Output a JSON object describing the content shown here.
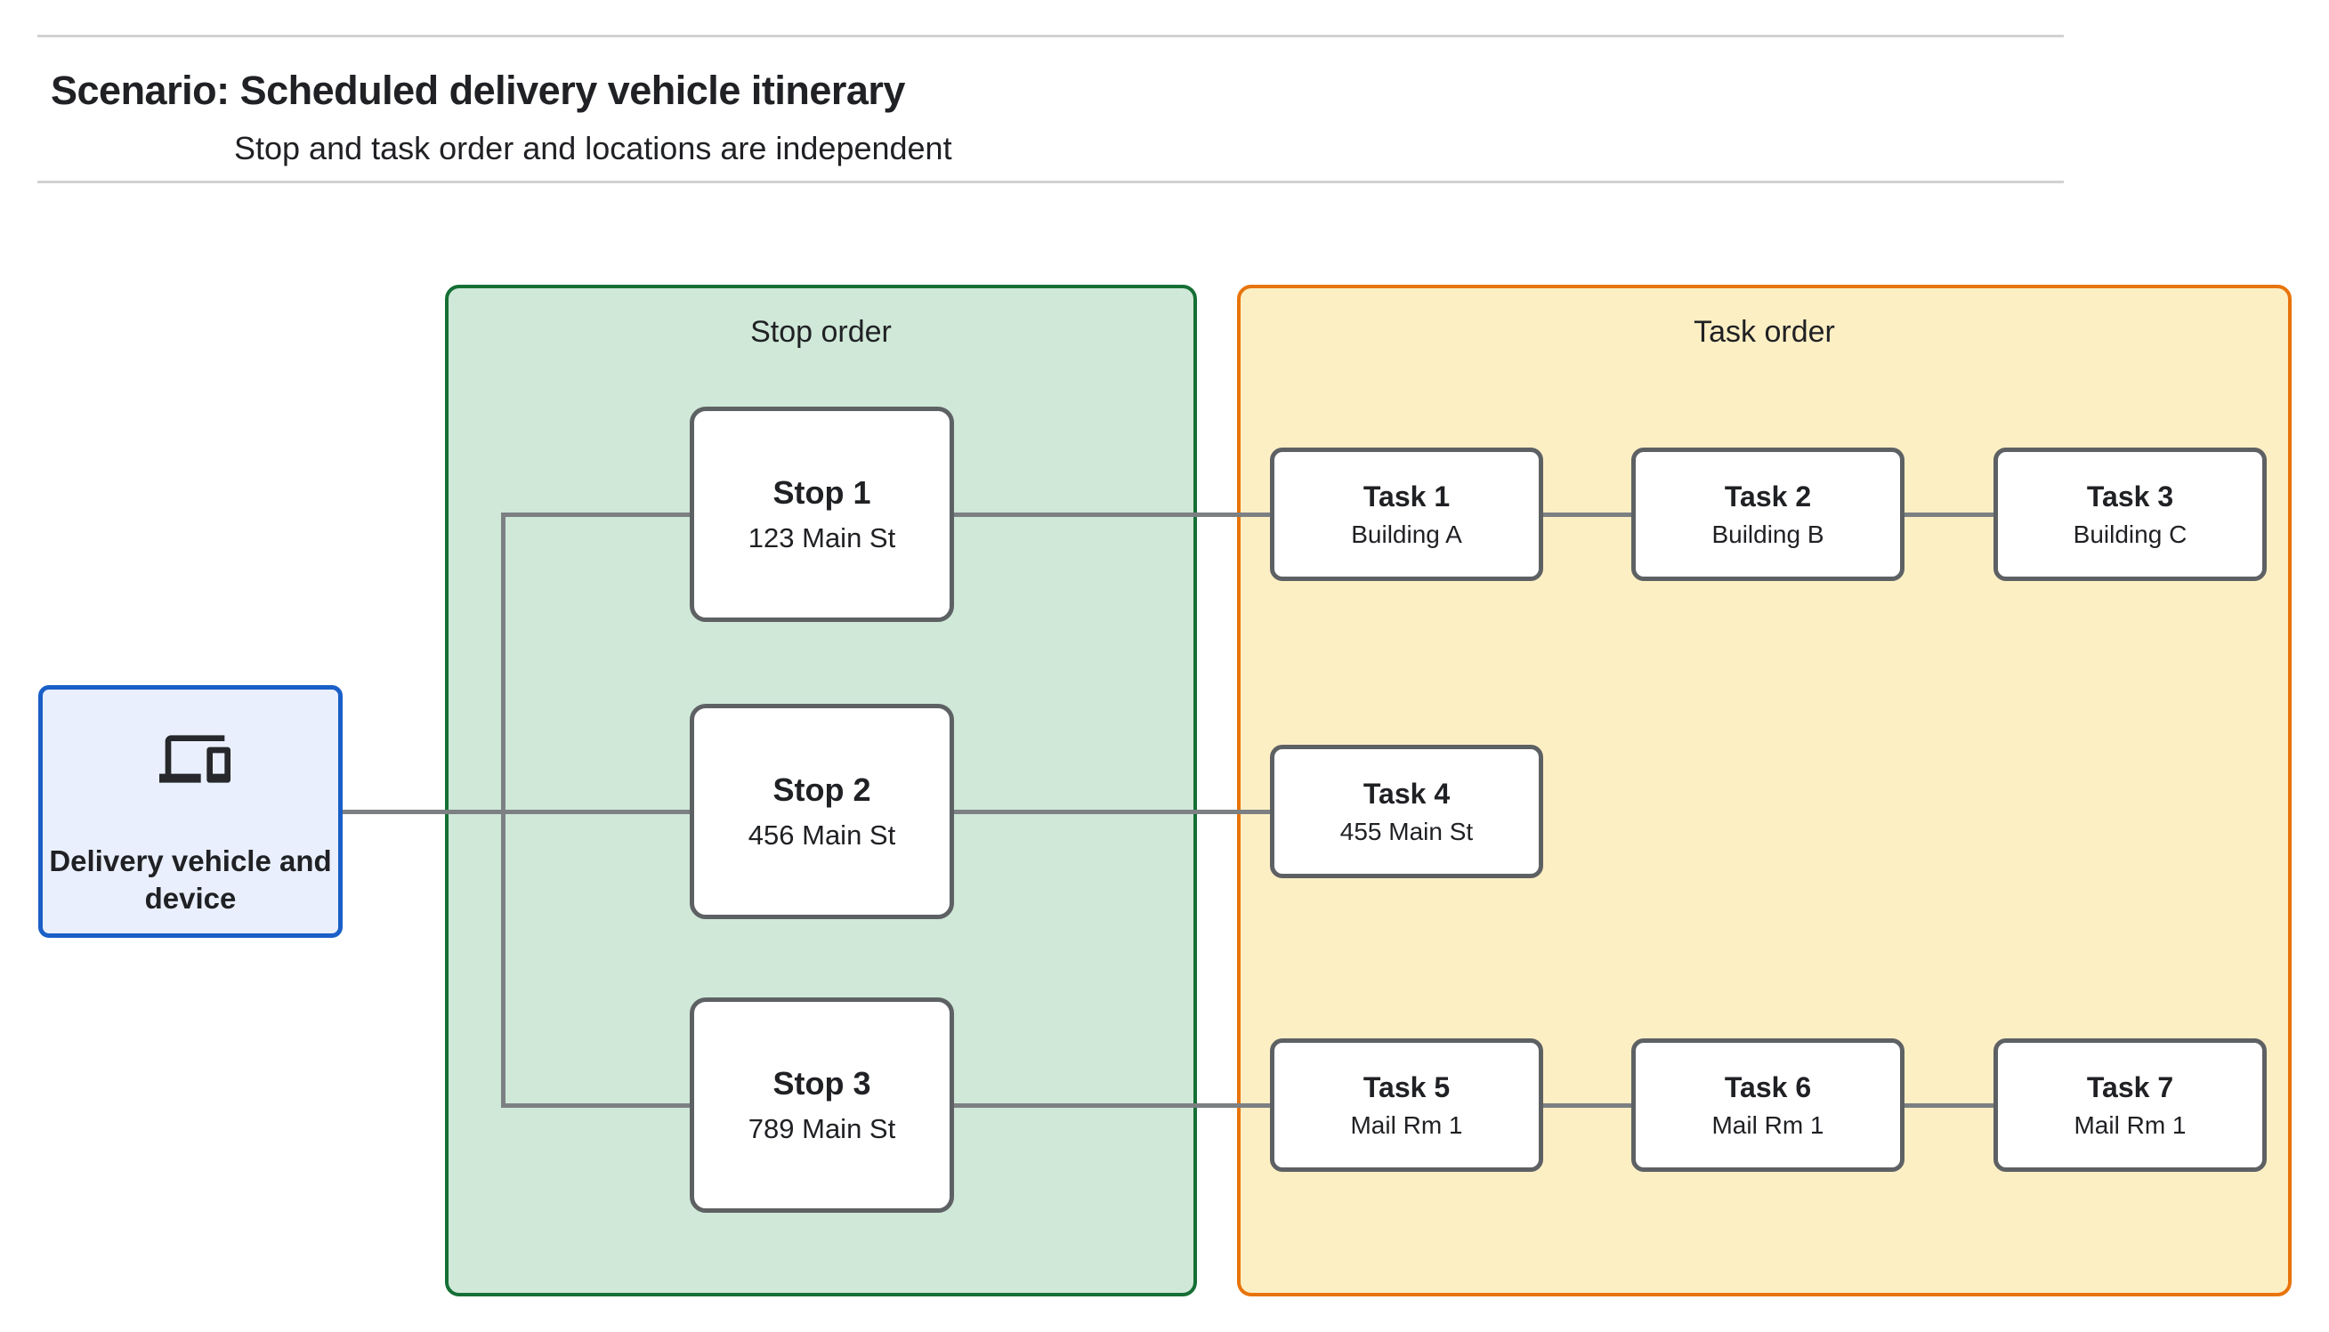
{
  "header": {
    "title": "Scenario: Scheduled delivery vehicle itinerary",
    "subtitle": "Stop and task order and locations are independent"
  },
  "device_node": {
    "label": "Delivery vehicle and device",
    "icon": "devices-icon"
  },
  "stop_panel": {
    "title": "Stop order"
  },
  "task_panel": {
    "title": "Task order"
  },
  "stops": [
    {
      "name": "Stop 1",
      "location": "123 Main St"
    },
    {
      "name": "Stop 2",
      "location": "456 Main St"
    },
    {
      "name": "Stop 3",
      "location": "789 Main St"
    }
  ],
  "tasks": [
    {
      "name": "Task 1",
      "location": "Building A"
    },
    {
      "name": "Task 2",
      "location": "Building B"
    },
    {
      "name": "Task 3",
      "location": "Building C"
    },
    {
      "name": "Task 4",
      "location": "455 Main St"
    },
    {
      "name": "Task 5",
      "location": "Mail Rm 1"
    },
    {
      "name": "Task 6",
      "location": "Mail Rm 1"
    },
    {
      "name": "Task 7",
      "location": "Mail Rm 1"
    }
  ],
  "colors": {
    "stop_panel_fill": "#CFE8D8",
    "stop_panel_border": "#156F35",
    "task_panel_fill": "#FDEFC4",
    "task_panel_border": "#E8740C",
    "device_fill": "#E9EFFC",
    "device_border": "#1A5FC8",
    "node_border": "#5E6164",
    "connector": "#7C8083",
    "text": "#202124",
    "divider": "#D2D2D2"
  }
}
